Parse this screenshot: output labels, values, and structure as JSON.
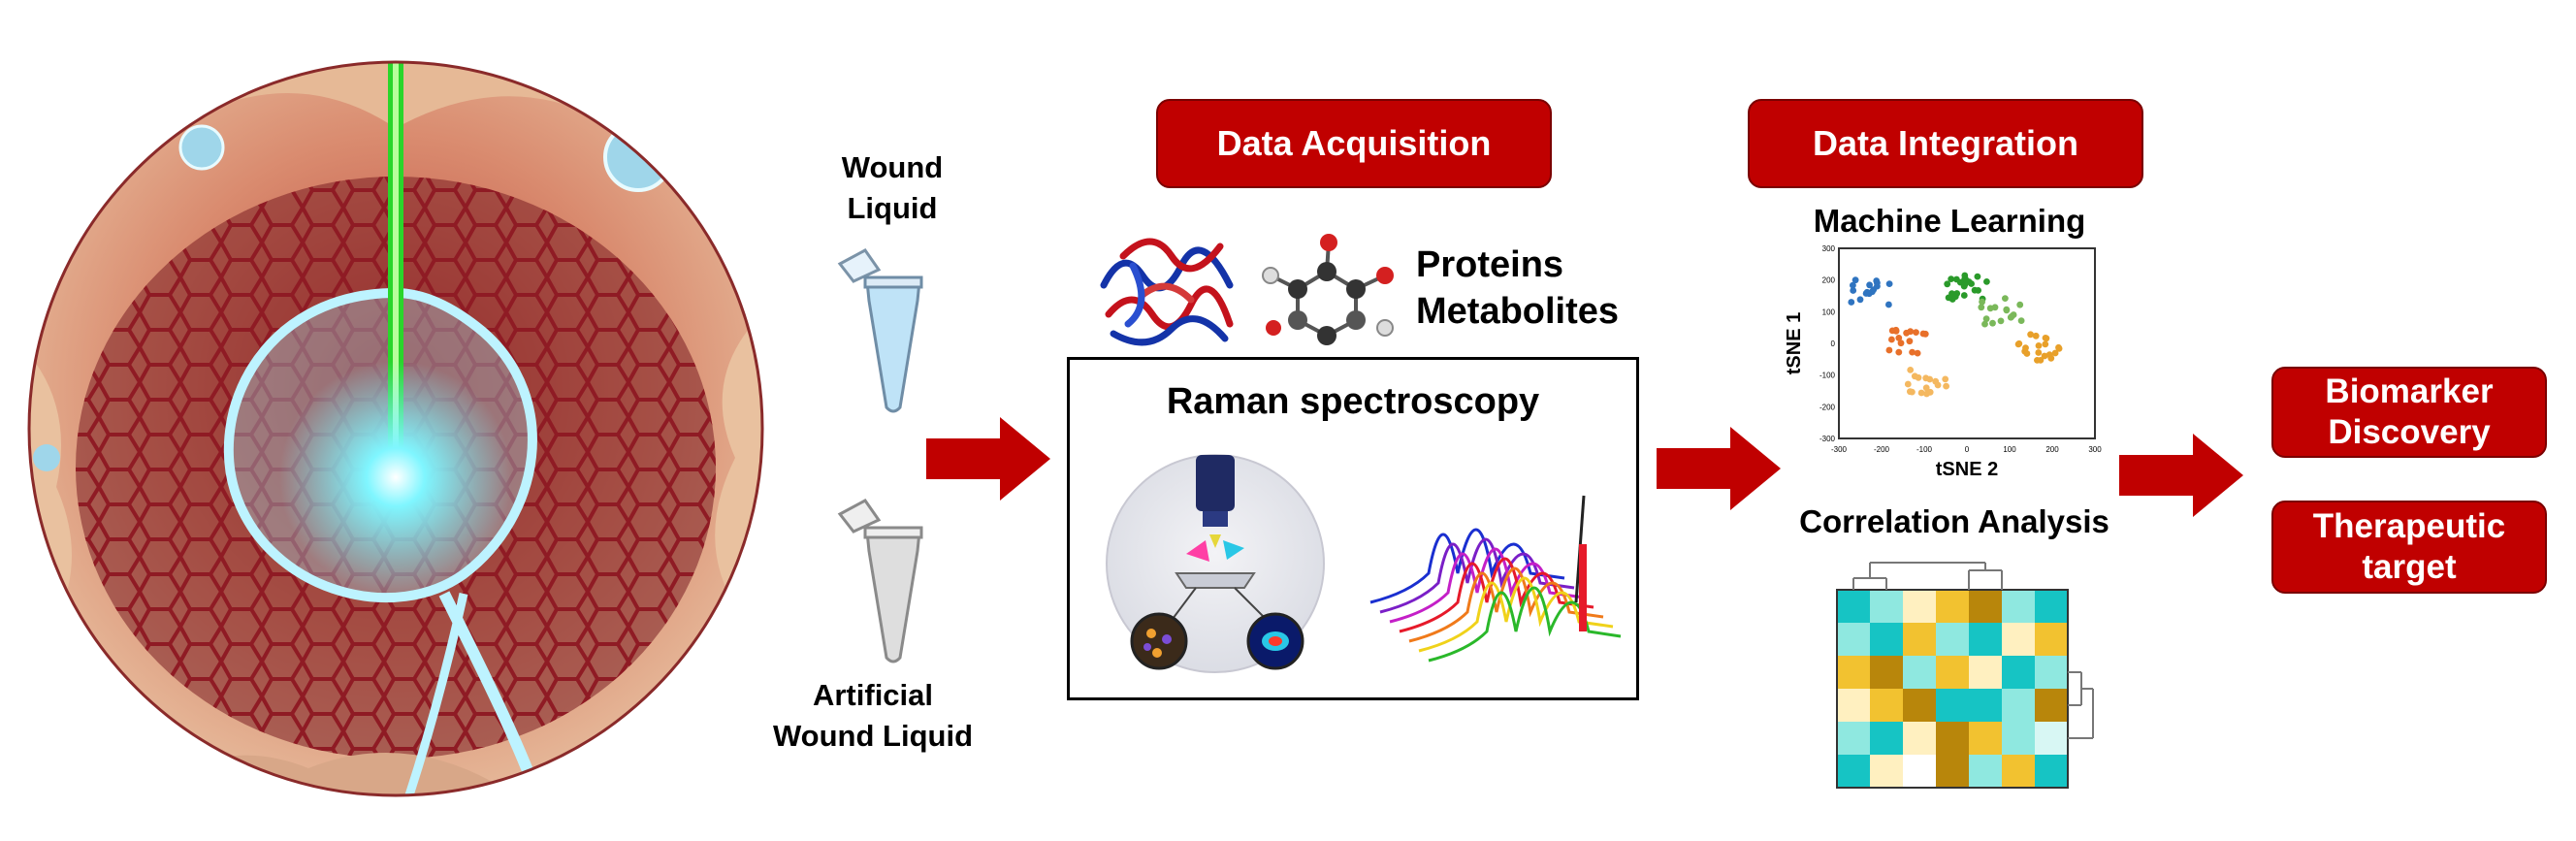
{
  "samples": {
    "wound": [
      "Wound",
      "Liquid"
    ],
    "artificial": [
      "Artificial",
      "Wound  Liquid"
    ]
  },
  "acquisition": {
    "header": "Data Acquisition",
    "omics": [
      "Proteins",
      "Metabolites"
    ],
    "raman_title": "Raman spectroscopy"
  },
  "integration": {
    "header": "Data Integration",
    "ml_title": "Machine Learning",
    "tsne": {
      "ylabel": "tSNE 1",
      "xlabel": "tSNE 2",
      "xticks": [
        "-300",
        "-200",
        "-100",
        "0",
        "100",
        "200",
        "300"
      ],
      "yticks": [
        "300",
        "200",
        "100",
        "0",
        "-100",
        "-200",
        "-300"
      ]
    },
    "corr_title": "Correlation Analysis"
  },
  "outcomes": {
    "biomarker": [
      "Biomarker",
      "Discovery"
    ],
    "therapeutic": [
      "Therapeutic",
      "target"
    ]
  },
  "colors": {
    "accent_red": "#c00000",
    "arrow_red": "#c00000",
    "teal": "#16c4c4",
    "gold": "#f2c230",
    "brown": "#b8860b"
  }
}
